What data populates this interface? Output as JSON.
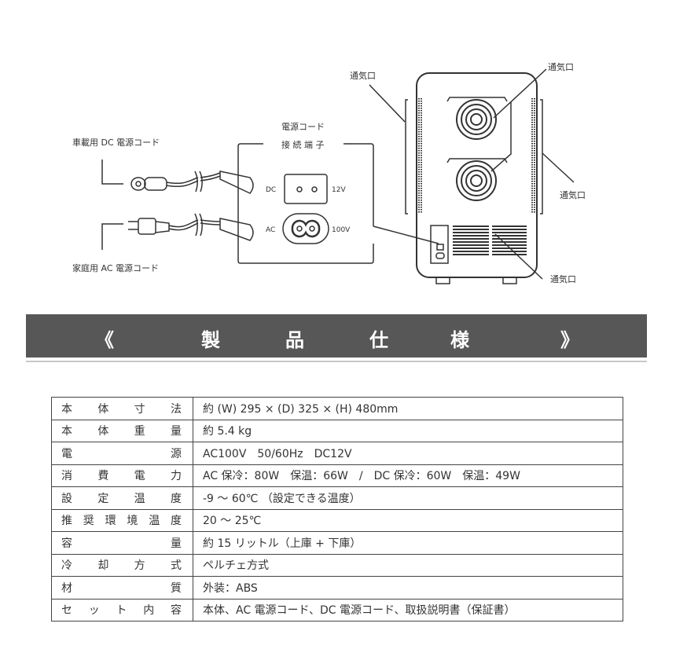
{
  "diagram": {
    "dc_cord_label": "車載用 DC 電源コード",
    "ac_cord_label": "家庭用 AC 電源コード",
    "connector_title_1": "電源コード",
    "connector_title_2": "接 続 端 子",
    "dc_label": "DC",
    "dc_voltage": "12V",
    "ac_label": "AC",
    "ac_voltage": "100V",
    "vent_labels": [
      "通気口",
      "通気口",
      "通気口",
      "通気口"
    ]
  },
  "banner": {
    "left_mark": "《",
    "title_chars": [
      "製",
      "品",
      "仕",
      "様"
    ],
    "right_mark": "》"
  },
  "specs": [
    {
      "label": "本体寸法",
      "value": "約 (W) 295 × (D) 325 × (H) 480mm"
    },
    {
      "label": "本体重量",
      "value": "約 5.4 kg"
    },
    {
      "label": "電源",
      "value": "AC100V　50/60Hz　DC12V"
    },
    {
      "label": "消費電力",
      "value": "AC 保冷：80W　保温：66W　/　DC 保冷：60W　保温：49W"
    },
    {
      "label": "設定温度",
      "value": "-9 ～ 60℃ （設定できる温度）"
    },
    {
      "label": "推奨環境温度",
      "value": "20 ～ 25℃"
    },
    {
      "label": "容量",
      "value": "約 15 リットル（上庫 + 下庫）"
    },
    {
      "label": "冷却方式",
      "value": "ペルチェ方式"
    },
    {
      "label": "材質",
      "value": "外装：ABS"
    },
    {
      "label": "セット内容",
      "value": "本体、AC 電源コード、DC 電源コード、取扱説明書（保証書）"
    }
  ]
}
